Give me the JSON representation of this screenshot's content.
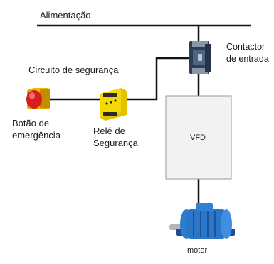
{
  "labels": {
    "power": "Alimentação",
    "contactor_line1": "Contactor",
    "contactor_line2": "de entrada",
    "safety_circuit": "Circuito de segurança",
    "estop_line1": "Botão de",
    "estop_line2": "emergência",
    "relay_line1": "Relé de",
    "relay_line2": "Segurança",
    "vfd": "VFD",
    "motor": "motor"
  },
  "colors": {
    "wire": "#111111",
    "vfd_fill": "#f2f2f2",
    "vfd_border": "#9a9a9a",
    "estop_button": "#d61e1e",
    "estop_body": "#f0b400",
    "relay_body": "#f2d000",
    "contactor_body": "#3c4e68",
    "motor_body": "#2a76c8"
  },
  "components": {
    "estop_icon": "emergency-stop-button",
    "relay_icon": "safety-relay",
    "contactor_icon": "contactor",
    "motor_icon": "electric-motor"
  }
}
